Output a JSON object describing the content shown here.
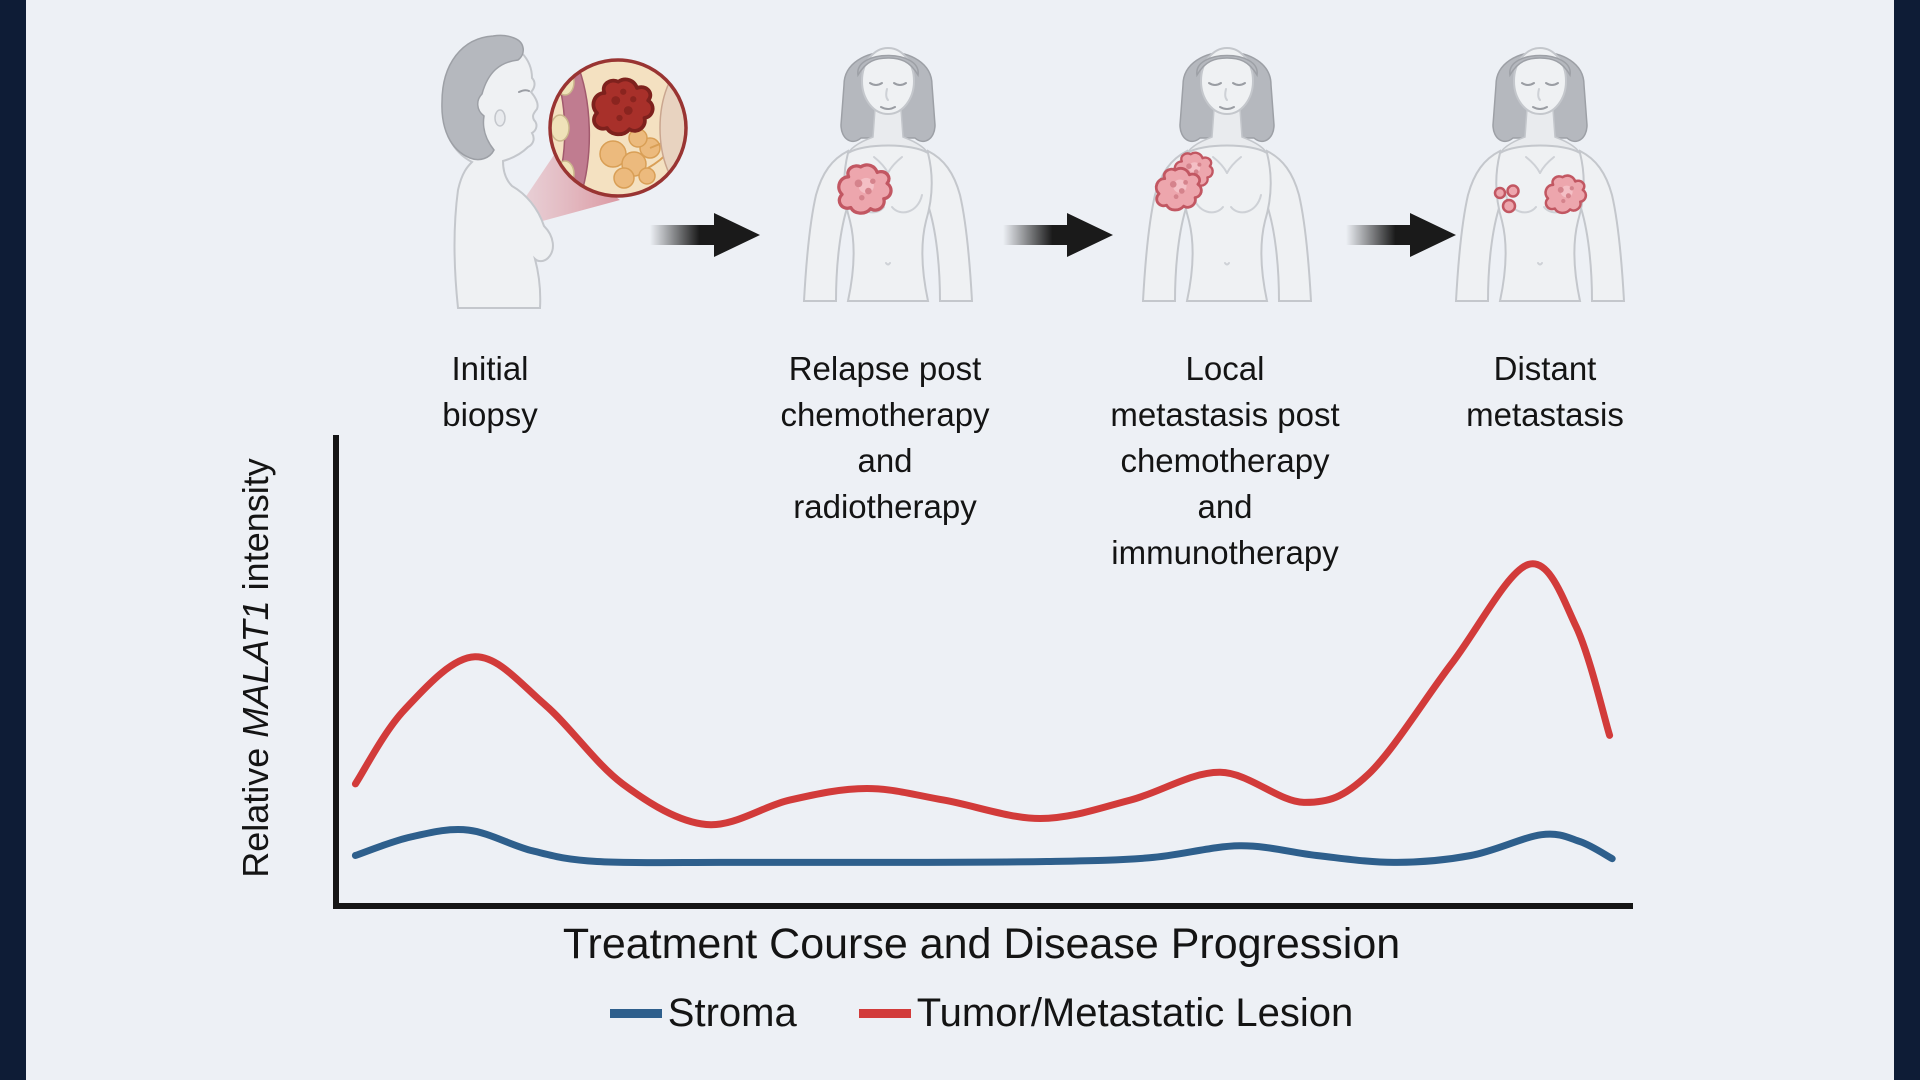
{
  "page": {
    "background": "#edf0f5",
    "frame_color": "#0e1c36",
    "text_color": "#141414"
  },
  "stages": [
    {
      "id": "initial-biopsy",
      "label": "Initial\nbiopsy"
    },
    {
      "id": "relapse",
      "label": "Relapse post\nchemotherapy\nand\nradiotherapy"
    },
    {
      "id": "local-metastasis",
      "label": "Local\nmetastasis post\nchemotherapy\nand\nimmunotherapy"
    },
    {
      "id": "distant-metastasis",
      "label": "Distant\nmetastasis"
    }
  ],
  "icons": [
    "patient-profile-with-biopsy-inset-illustration",
    "breast-cross-section-inset-icon",
    "tumor-icon",
    "arrow-right-icon",
    "patient-front-illustration",
    "metastasis-dots-icon"
  ],
  "chart_data": {
    "type": "line",
    "title": "",
    "xlabel": "Treatment Course and Disease Progression",
    "ylabel": "Relative MALAT1 intensity",
    "ylabel_parts": {
      "prefix": "Relative ",
      "gene": "MALAT1",
      "suffix": " intensity"
    },
    "x_range": [
      0,
      1
    ],
    "y_range": [
      0,
      1
    ],
    "grid": false,
    "axis_ticks": "none",
    "legend_position": "bottom",
    "x_stage_annotations": [
      "Initial biopsy",
      "Relapse post chemotherapy and radiotherapy",
      "Local metastasis post chemotherapy and immunotherapy",
      "Distant metastasis"
    ],
    "series": [
      {
        "name": "Stroma",
        "color": "#2e5f8c",
        "points": [
          [
            0.012,
            0.105
          ],
          [
            0.055,
            0.145
          ],
          [
            0.1,
            0.16
          ],
          [
            0.15,
            0.115
          ],
          [
            0.2,
            0.092
          ],
          [
            0.3,
            0.09
          ],
          [
            0.42,
            0.09
          ],
          [
            0.55,
            0.092
          ],
          [
            0.63,
            0.1
          ],
          [
            0.7,
            0.126
          ],
          [
            0.76,
            0.105
          ],
          [
            0.82,
            0.09
          ],
          [
            0.88,
            0.105
          ],
          [
            0.935,
            0.15
          ],
          [
            0.965,
            0.135
          ],
          [
            0.99,
            0.098
          ]
        ]
      },
      {
        "name": "Tumor/Metastatic Lesion",
        "color": "#d23b3a",
        "points": [
          [
            0.012,
            0.26
          ],
          [
            0.05,
            0.42
          ],
          [
            0.105,
            0.535
          ],
          [
            0.16,
            0.43
          ],
          [
            0.22,
            0.26
          ],
          [
            0.285,
            0.172
          ],
          [
            0.35,
            0.225
          ],
          [
            0.41,
            0.25
          ],
          [
            0.47,
            0.225
          ],
          [
            0.545,
            0.185
          ],
          [
            0.615,
            0.225
          ],
          [
            0.685,
            0.285
          ],
          [
            0.75,
            0.22
          ],
          [
            0.8,
            0.28
          ],
          [
            0.865,
            0.52
          ],
          [
            0.925,
            0.735
          ],
          [
            0.962,
            0.6
          ],
          [
            0.988,
            0.365
          ]
        ]
      }
    ]
  }
}
